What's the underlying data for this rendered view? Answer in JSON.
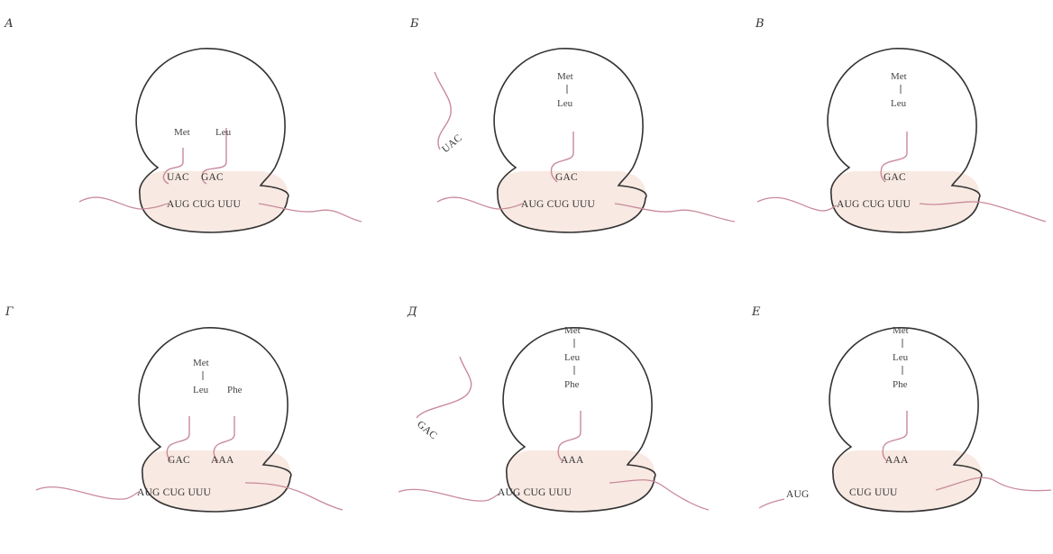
{
  "colors": {
    "outline": "#333333",
    "small_subunit_fill": "#f8e9e2",
    "rna": "#c98a9a"
  },
  "panels": [
    {
      "letter": "А",
      "aa": [
        "Met",
        "Leu"
      ],
      "anticodons": [
        "UAC",
        "GAC"
      ],
      "mrna": "AUG CUG UUU"
    },
    {
      "letter": "Б",
      "chain": [
        "Met",
        "Leu"
      ],
      "anticodon": "GAC",
      "free_trna": "UAC",
      "mrna": "AUG CUG UUU"
    },
    {
      "letter": "В",
      "chain": [
        "Met",
        "Leu"
      ],
      "anticodon": "GAC",
      "mrna": "AUG CUG UUU"
    },
    {
      "letter": "Г",
      "chain": [
        "Met",
        "Leu"
      ],
      "aa2": "Phe",
      "anticodons": [
        "GAC",
        "AAA"
      ],
      "mrna": "AUG CUG UUU"
    },
    {
      "letter": "Д",
      "chain": [
        "Met",
        "Leu",
        "Phe"
      ],
      "anticodon": "AAA",
      "free_trna": "GAC",
      "mrna": "AUG CUG UUU"
    },
    {
      "letter": "Е",
      "chain": [
        "Met",
        "Leu",
        "Phe"
      ],
      "anticodon": "AAA",
      "mrna_left": "AUG",
      "mrna_right": "CUG UUU"
    }
  ]
}
